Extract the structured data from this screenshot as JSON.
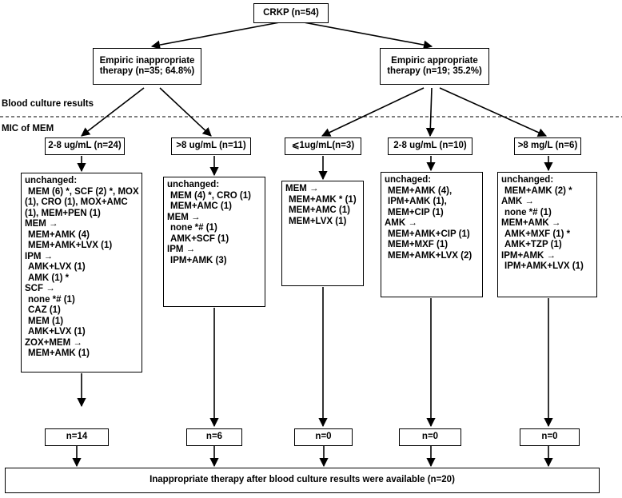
{
  "root": {
    "label": "CRKP (n=54)"
  },
  "branches": {
    "inappropriate": {
      "line1": "Empiric inappropriate",
      "line2": "therapy (n=35; 64.8%)"
    },
    "appropriate": {
      "line1": "Empiric appropriate",
      "line2": "therapy (n=19; 35.2%)"
    }
  },
  "section_labels": {
    "blood_culture": "Blood culture results",
    "mic": "MIC of MEM"
  },
  "mic_groups": [
    {
      "label": "2-8 ug/mL (n=24)"
    },
    {
      "label": ">8 ug/mL (n=11)"
    },
    {
      "label": "⩽1ug/mL(n=3)"
    },
    {
      "label": "2-8 ug/mL (n=10)"
    },
    {
      "label": ">8 mg/L (n=6)"
    }
  ],
  "regimens": [
    {
      "lines": [
        "unchanged:",
        "MEM (6) *, SCF (2) *, MOX",
        "(1),  CRO (1),  MOX+AMC",
        "(1),  MEM+PEN (1)",
        "MEM →",
        "MEM+AMK (4)",
        "MEM+AMK+LVX (1)",
        "IPM →",
        "AMK+LVX (1)",
        "AMK (1) *",
        "SCF →",
        "none *# (1)",
        "CAZ (1)",
        "MEM (1)",
        "AMK+LVX (1)",
        "ZOX+MEM   →",
        "MEM+AMK (1)"
      ]
    },
    {
      "lines": [
        "unchanged:",
        "MEM (4) *, CRO (1)",
        "MEM+AMC (1)",
        "MEM →",
        "none *# (1)",
        "AMK+SCF (1)",
        "IPM →",
        "IPM+AMK (3)"
      ]
    },
    {
      "lines": [
        "MEM →",
        "MEM+AMK * (1)",
        "MEM+AMC (1)",
        "MEM+LVX (1)"
      ]
    },
    {
      "lines": [
        "unchaged:",
        "MEM+AMK (4),",
        "IPM+AMK (1),",
        "MEM+CIP (1)",
        "AMK →",
        "MEM+AMK+CIP (1)",
        "MEM+MXF (1)",
        "MEM+AMK+LVX (2)"
      ]
    },
    {
      "lines": [
        "unchanged:",
        "MEM+AMK (2) *",
        "AMK  →",
        "none *# (1)",
        "MEM+AMK →",
        "AMK+MXF (1) *",
        "AMK+TZP (1)",
        "IPM+AMK →",
        "IPM+AMK+LVX (1)"
      ]
    }
  ],
  "outcomes": [
    {
      "label": "n=14"
    },
    {
      "label": "n=6"
    },
    {
      "label": "n=0"
    },
    {
      "label": "n=0"
    },
    {
      "label": "n=0"
    }
  ],
  "final": {
    "label": "Inappropriate therapy after blood culture results were available (n=20)"
  }
}
